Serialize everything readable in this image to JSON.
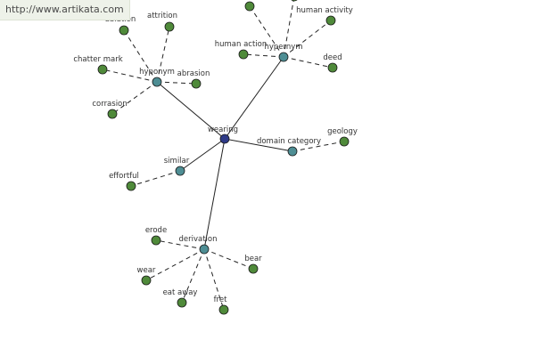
{
  "banner": {
    "url": "http://www.artikata.com"
  },
  "colors": {
    "center": "#2e3a87",
    "relation": "#4e8e94",
    "leaf": "#4f8a3a"
  },
  "graph": {
    "nodes": [
      {
        "id": "wearing",
        "label": "wearing",
        "kind": "center"
      },
      {
        "id": "hyponym",
        "label": "hyponym",
        "kind": "relation"
      },
      {
        "id": "hypernym",
        "label": "hypernym",
        "kind": "relation"
      },
      {
        "id": "domain_category",
        "label": "domain category",
        "kind": "relation"
      },
      {
        "id": "similar",
        "label": "similar",
        "kind": "relation"
      },
      {
        "id": "derivation",
        "label": "derivation",
        "kind": "relation"
      },
      {
        "id": "ablation",
        "label": "ablation",
        "kind": "leaf"
      },
      {
        "id": "attrition",
        "label": "attrition",
        "kind": "leaf"
      },
      {
        "id": "chatter_mark",
        "label": "chatter mark",
        "kind": "leaf"
      },
      {
        "id": "abrasion",
        "label": "abrasion",
        "kind": "leaf"
      },
      {
        "id": "corrasion",
        "label": "corrasion",
        "kind": "leaf"
      },
      {
        "id": "hyper_top_left",
        "label": "",
        "kind": "leaf"
      },
      {
        "id": "hyper_top_right",
        "label": "",
        "kind": "leaf"
      },
      {
        "id": "human_activity",
        "label": "human activity",
        "kind": "leaf"
      },
      {
        "id": "human_action",
        "label": "human action",
        "kind": "leaf"
      },
      {
        "id": "deed",
        "label": "deed",
        "kind": "leaf"
      },
      {
        "id": "geology",
        "label": "geology",
        "kind": "leaf"
      },
      {
        "id": "effortful",
        "label": "effortful",
        "kind": "leaf"
      },
      {
        "id": "erode",
        "label": "erode",
        "kind": "leaf"
      },
      {
        "id": "bear",
        "label": "bear",
        "kind": "leaf"
      },
      {
        "id": "wear",
        "label": "wear",
        "kind": "leaf"
      },
      {
        "id": "eat_away",
        "label": "eat away",
        "kind": "leaf"
      },
      {
        "id": "fret",
        "label": "fret",
        "kind": "leaf"
      }
    ],
    "edges": [
      {
        "from": "wearing",
        "to": "hyponym",
        "style": "solid"
      },
      {
        "from": "wearing",
        "to": "hypernym",
        "style": "solid"
      },
      {
        "from": "wearing",
        "to": "domain_category",
        "style": "solid"
      },
      {
        "from": "wearing",
        "to": "similar",
        "style": "solid"
      },
      {
        "from": "wearing",
        "to": "derivation",
        "style": "solid"
      },
      {
        "from": "hyponym",
        "to": "ablation",
        "style": "dashed"
      },
      {
        "from": "hyponym",
        "to": "attrition",
        "style": "dashed"
      },
      {
        "from": "hyponym",
        "to": "chatter_mark",
        "style": "dashed"
      },
      {
        "from": "hyponym",
        "to": "abrasion",
        "style": "dashed"
      },
      {
        "from": "hyponym",
        "to": "corrasion",
        "style": "dashed"
      },
      {
        "from": "hypernym",
        "to": "hyper_top_left",
        "style": "dashed"
      },
      {
        "from": "hypernym",
        "to": "hyper_top_right",
        "style": "dashed"
      },
      {
        "from": "hypernym",
        "to": "human_activity",
        "style": "dashed"
      },
      {
        "from": "hypernym",
        "to": "human_action",
        "style": "dashed"
      },
      {
        "from": "hypernym",
        "to": "deed",
        "style": "dashed"
      },
      {
        "from": "domain_category",
        "to": "geology",
        "style": "dashed"
      },
      {
        "from": "similar",
        "to": "effortful",
        "style": "dashed"
      },
      {
        "from": "derivation",
        "to": "erode",
        "style": "dashed"
      },
      {
        "from": "derivation",
        "to": "bear",
        "style": "dashed"
      },
      {
        "from": "derivation",
        "to": "wear",
        "style": "dashed"
      },
      {
        "from": "derivation",
        "to": "eat_away",
        "style": "dashed"
      },
      {
        "from": "derivation",
        "to": "fret",
        "style": "dashed"
      }
    ]
  }
}
